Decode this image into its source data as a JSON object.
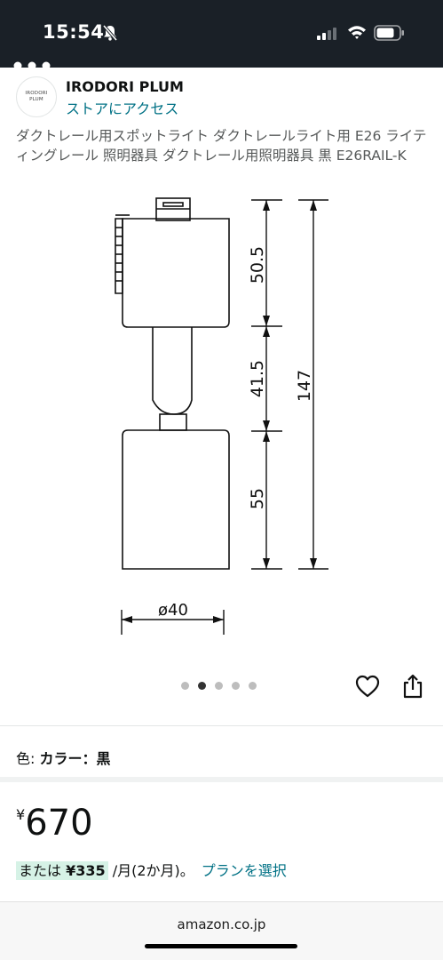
{
  "status_bar": {
    "time": "15:54"
  },
  "store": {
    "logo_line1": "IRODORI",
    "logo_line2": "PLUM",
    "name": "IRODORI PLUM",
    "link_label": "ストアにアクセス"
  },
  "product": {
    "title": "ダクトレール用スポットライト ダクトレールライト用 E26 ライティングレール 照明器具 ダクトレール用照明器具 黒 E26RAIL-K"
  },
  "diagram": {
    "dim_top": "50.5",
    "dim_middle": "41.5",
    "dim_bottom": "55",
    "dim_total": "147",
    "dim_width": "ø40"
  },
  "carousel": {
    "total_dots": 5,
    "active_index": 1
  },
  "color": {
    "label": "色: ",
    "value": "カラー：黒"
  },
  "price": {
    "symbol": "¥",
    "value": "670"
  },
  "installment": {
    "prefix": "または ",
    "amount": "¥335",
    "suffix": " /月(2か月)。",
    "plan_link": "プランを選択"
  },
  "footer": {
    "domain": "amazon.co.jp"
  },
  "colors": {
    "link": "#007185",
    "status_bar_bg": "#1a2027",
    "installment_badge": "#d6f2e6"
  }
}
